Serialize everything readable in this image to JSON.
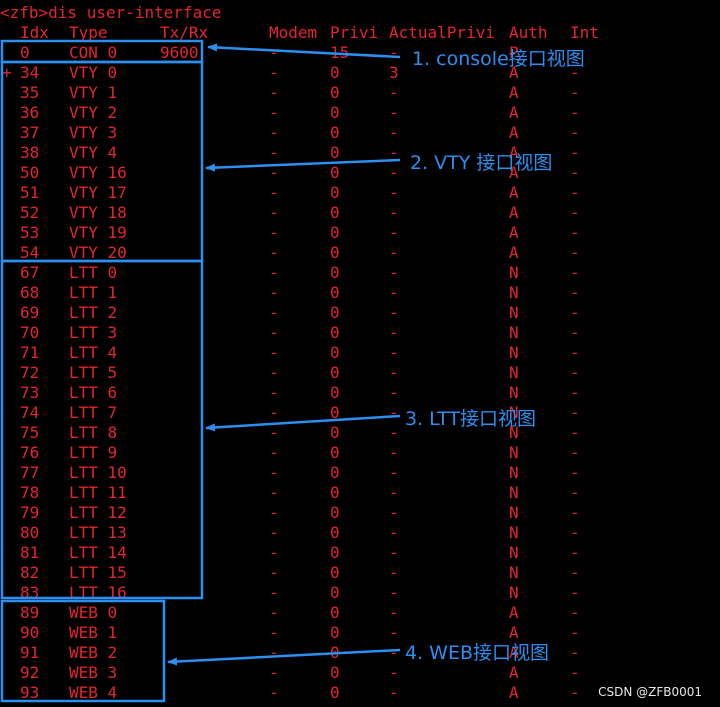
{
  "terminal": {
    "prompt": "<zfb>dis user-interface",
    "headers": [
      "Idx",
      "Type",
      "Tx/Rx",
      "Modem",
      "Privi",
      "ActualPrivi",
      "Auth",
      "Int"
    ],
    "rows": [
      {
        "mark": "",
        "idx": "0",
        "type": "CON 0",
        "tx": "9600",
        "modem": "-",
        "privi": "15",
        "actual": "-",
        "auth": "P",
        "int": "-"
      },
      {
        "mark": "+",
        "idx": "34",
        "type": "VTY 0",
        "tx": "",
        "modem": "-",
        "privi": "0",
        "actual": "3",
        "auth": "A",
        "int": "-"
      },
      {
        "mark": "",
        "idx": "35",
        "type": "VTY 1",
        "tx": "",
        "modem": "-",
        "privi": "0",
        "actual": "-",
        "auth": "A",
        "int": "-"
      },
      {
        "mark": "",
        "idx": "36",
        "type": "VTY 2",
        "tx": "",
        "modem": "-",
        "privi": "0",
        "actual": "-",
        "auth": "A",
        "int": "-"
      },
      {
        "mark": "",
        "idx": "37",
        "type": "VTY 3",
        "tx": "",
        "modem": "-",
        "privi": "0",
        "actual": "-",
        "auth": "A",
        "int": "-"
      },
      {
        "mark": "",
        "idx": "38",
        "type": "VTY 4",
        "tx": "",
        "modem": "-",
        "privi": "0",
        "actual": "-",
        "auth": "A",
        "int": "-"
      },
      {
        "mark": "",
        "idx": "50",
        "type": "VTY 16",
        "tx": "",
        "modem": "-",
        "privi": "0",
        "actual": "-",
        "auth": "A",
        "int": "-"
      },
      {
        "mark": "",
        "idx": "51",
        "type": "VTY 17",
        "tx": "",
        "modem": "-",
        "privi": "0",
        "actual": "-",
        "auth": "A",
        "int": "-"
      },
      {
        "mark": "",
        "idx": "52",
        "type": "VTY 18",
        "tx": "",
        "modem": "-",
        "privi": "0",
        "actual": "-",
        "auth": "A",
        "int": "-"
      },
      {
        "mark": "",
        "idx": "53",
        "type": "VTY 19",
        "tx": "",
        "modem": "-",
        "privi": "0",
        "actual": "-",
        "auth": "A",
        "int": "-"
      },
      {
        "mark": "",
        "idx": "54",
        "type": "VTY 20",
        "tx": "",
        "modem": "-",
        "privi": "0",
        "actual": "-",
        "auth": "A",
        "int": "-"
      },
      {
        "mark": "",
        "idx": "67",
        "type": "LTT 0",
        "tx": "",
        "modem": "-",
        "privi": "0",
        "actual": "-",
        "auth": "N",
        "int": "-"
      },
      {
        "mark": "",
        "idx": "68",
        "type": "LTT 1",
        "tx": "",
        "modem": "-",
        "privi": "0",
        "actual": "-",
        "auth": "N",
        "int": "-"
      },
      {
        "mark": "",
        "idx": "69",
        "type": "LTT 2",
        "tx": "",
        "modem": "-",
        "privi": "0",
        "actual": "-",
        "auth": "N",
        "int": "-"
      },
      {
        "mark": "",
        "idx": "70",
        "type": "LTT 3",
        "tx": "",
        "modem": "-",
        "privi": "0",
        "actual": "-",
        "auth": "N",
        "int": "-"
      },
      {
        "mark": "",
        "idx": "71",
        "type": "LTT 4",
        "tx": "",
        "modem": "-",
        "privi": "0",
        "actual": "-",
        "auth": "N",
        "int": "-"
      },
      {
        "mark": "",
        "idx": "72",
        "type": "LTT 5",
        "tx": "",
        "modem": "-",
        "privi": "0",
        "actual": "-",
        "auth": "N",
        "int": "-"
      },
      {
        "mark": "",
        "idx": "73",
        "type": "LTT 6",
        "tx": "",
        "modem": "-",
        "privi": "0",
        "actual": "-",
        "auth": "N",
        "int": "-"
      },
      {
        "mark": "",
        "idx": "74",
        "type": "LTT 7",
        "tx": "",
        "modem": "-",
        "privi": "0",
        "actual": "-",
        "auth": "N",
        "int": "-"
      },
      {
        "mark": "",
        "idx": "75",
        "type": "LTT 8",
        "tx": "",
        "modem": "-",
        "privi": "0",
        "actual": "-",
        "auth": "N",
        "int": "-"
      },
      {
        "mark": "",
        "idx": "76",
        "type": "LTT 9",
        "tx": "",
        "modem": "-",
        "privi": "0",
        "actual": "-",
        "auth": "N",
        "int": "-"
      },
      {
        "mark": "",
        "idx": "77",
        "type": "LTT 10",
        "tx": "",
        "modem": "-",
        "privi": "0",
        "actual": "-",
        "auth": "N",
        "int": "-"
      },
      {
        "mark": "",
        "idx": "78",
        "type": "LTT 11",
        "tx": "",
        "modem": "-",
        "privi": "0",
        "actual": "-",
        "auth": "N",
        "int": "-"
      },
      {
        "mark": "",
        "idx": "79",
        "type": "LTT 12",
        "tx": "",
        "modem": "-",
        "privi": "0",
        "actual": "-",
        "auth": "N",
        "int": "-"
      },
      {
        "mark": "",
        "idx": "80",
        "type": "LTT 13",
        "tx": "",
        "modem": "-",
        "privi": "0",
        "actual": "-",
        "auth": "N",
        "int": "-"
      },
      {
        "mark": "",
        "idx": "81",
        "type": "LTT 14",
        "tx": "",
        "modem": "-",
        "privi": "0",
        "actual": "-",
        "auth": "N",
        "int": "-"
      },
      {
        "mark": "",
        "idx": "82",
        "type": "LTT 15",
        "tx": "",
        "modem": "-",
        "privi": "0",
        "actual": "-",
        "auth": "N",
        "int": "-"
      },
      {
        "mark": "",
        "idx": "83",
        "type": "LTT 16",
        "tx": "",
        "modem": "-",
        "privi": "0",
        "actual": "-",
        "auth": "N",
        "int": "-"
      },
      {
        "mark": "",
        "idx": "89",
        "type": "WEB 0",
        "tx": "",
        "modem": "-",
        "privi": "0",
        "actual": "-",
        "auth": "A",
        "int": "-"
      },
      {
        "mark": "",
        "idx": "90",
        "type": "WEB 1",
        "tx": "",
        "modem": "-",
        "privi": "0",
        "actual": "-",
        "auth": "A",
        "int": "-"
      },
      {
        "mark": "",
        "idx": "91",
        "type": "WEB 2",
        "tx": "",
        "modem": "-",
        "privi": "0",
        "actual": "-",
        "auth": "A",
        "int": "-"
      },
      {
        "mark": "",
        "idx": "92",
        "type": "WEB 3",
        "tx": "",
        "modem": "-",
        "privi": "0",
        "actual": "-",
        "auth": "A",
        "int": "-"
      },
      {
        "mark": "",
        "idx": "93",
        "type": "WEB 4",
        "tx": "",
        "modem": "-",
        "privi": "0",
        "actual": "-",
        "auth": "A",
        "int": "-"
      }
    ]
  },
  "annotations": [
    {
      "label": "1.  console接口视图"
    },
    {
      "label": "2.  VTY 接口视图"
    },
    {
      "label": "3.  LTT接口视图"
    },
    {
      "label": "4.  WEB接口视图"
    }
  ],
  "watermark": "CSDN @ZFB0001",
  "colors": {
    "text": "#e3252c",
    "annotation": "#2a8ff0",
    "background": "#000000"
  }
}
